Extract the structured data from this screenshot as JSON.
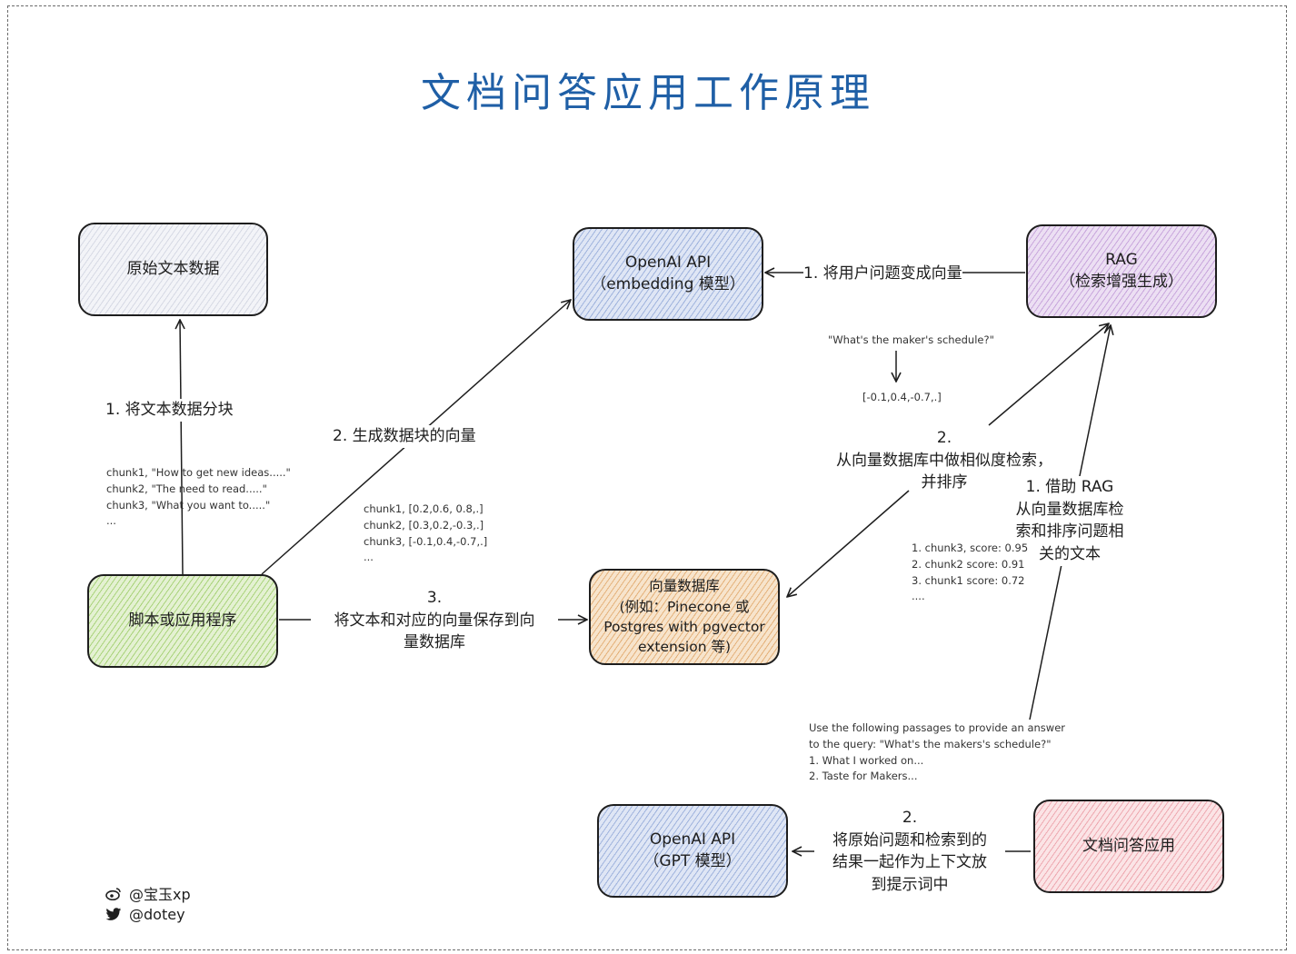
{
  "title": "文档问答应用工作原理",
  "nodes": {
    "raw_text": "原始文本数据",
    "openai_embedding": "OpenAI API\n（embedding 模型）",
    "rag": "RAG\n（检索增强生成）",
    "script_app": "脚本或应用程序",
    "vector_db": "向量数据库\n(例如：Pinecone 或\nPostgres with pgvector\nextension 等)",
    "openai_gpt": "OpenAI API\n（GPT 模型）",
    "doc_qa_app": "文档问答应用"
  },
  "labels": {
    "chunk_text": "1. 将文本数据分块",
    "gen_vectors": "2. 生成数据块的向量",
    "save_vectors": "3.\n将文本和对应的向量保存到向\n量数据库",
    "question_to_vector": "1. 将用户问题变成向量",
    "similarity_search": "2.\n从向量数据库中做相似度检索，\n并排序",
    "rag_retrieve": "1. 借助 RAG\n从向量数据库检\n索和排序问题相\n关的文本",
    "combine_prompt": "2.\n将原始问题和检索到的\n结果一起作为上下文放\n到提示词中"
  },
  "notes": {
    "chunks": "chunk1, \"How to get new ideas.....\"\nchunk2, \"The need to read.....\"\nchunk3, \"What you want to.....\"\n...",
    "chunk_vectors": "chunk1, [0.2,0.6, 0.8,.]\nchunk2, [0.3,0.2,-0.3,.]\nchunk3, [-0.1,0.4,-0.7,.]\n...",
    "query": "\"What's the maker's schedule?\"",
    "query_vector": "[-0.1,0.4,-0.7,.]",
    "scores": "1. chunk3, score: 0.95\n2. chunk2 score: 0.91\n3. chunk1 score: 0.72\n....",
    "prompt": "Use the following passages to provide an answer\nto the query: \"What's the makers's schedule?\"\n1. What I worked on...\n2. Taste for Makers..."
  },
  "credits": {
    "weibo": "@宝玉xp",
    "twitter": "@dotey"
  },
  "colors": {
    "title": "#1f5fa6",
    "gray": "#f3f4f8",
    "blue": "#dfe6f5",
    "purple": "#ecdff3",
    "green": "#e4f1d2",
    "orange": "#f7e4cc",
    "pink": "#fbe4e6"
  }
}
